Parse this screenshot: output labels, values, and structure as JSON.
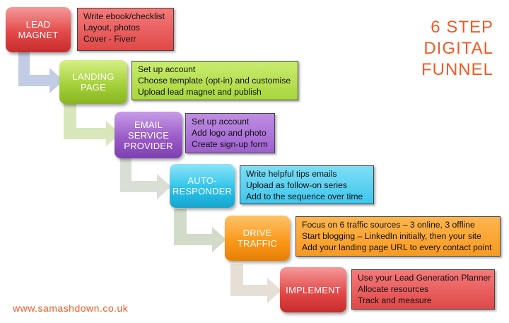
{
  "title_lines": [
    "6 STEP",
    "DIGITAL",
    "FUNNEL"
  ],
  "website": "www.samashdown.co.uk",
  "colors": {
    "accent": "#f15a24",
    "red": "#e34a4a",
    "green": "#a6d23a",
    "purple": "#9b5cc8",
    "cyan": "#2ec3ea",
    "orange": "#fb9a1a",
    "text": "#111111"
  },
  "steps": [
    {
      "label": "LEAD\nMAGNET",
      "details": [
        "Write ebook/checklist",
        "Layout, photos",
        "Cover - Fiverr"
      ]
    },
    {
      "label": "LANDING\nPAGE",
      "details": [
        "Set up account",
        "Choose template (opt-in) and customise",
        "Upload lead magnet and publish"
      ]
    },
    {
      "label": "EMAIL\nSERVICE\nPROVIDER",
      "details": [
        "Set up account",
        "Add logo and photo",
        "Create sign-up form"
      ]
    },
    {
      "label": "AUTO-\nRESPONDER",
      "details": [
        "Write helpful tips emails",
        "Upload as follow-on series",
        "Add to the sequence over time"
      ]
    },
    {
      "label": "DRIVE\nTRAFFIC",
      "details": [
        "Focus on 6 traffic sources – 3 online, 3 offline",
        "Start blogging – LinkedIn initially, then your site",
        "Add your landing page URL to every contact point"
      ]
    },
    {
      "label": "IMPLEMENT",
      "details": [
        "Use your Lead Generation Planner",
        "Allocate resources",
        "Track and measure"
      ]
    }
  ]
}
